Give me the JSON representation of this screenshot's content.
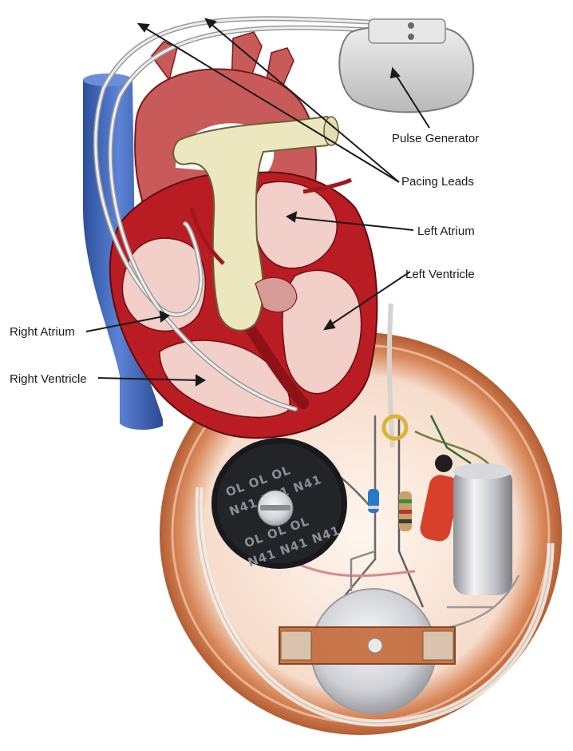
{
  "labels": {
    "pulse_generator": "Pulse Generator",
    "pacing_leads": "Pacing Leads",
    "left_atrium": "Left Atrium",
    "left_ventricle": "Left Ventricle",
    "right_atrium": "Right Atrium",
    "right_ventricle": "Right Ventricle"
  },
  "component_markings": {
    "coil_text_1": "OL OL OL",
    "coil_text_2": "N41 N41 N41"
  },
  "colors": {
    "heart_muscle": "#b91c22",
    "heart_wall_pale": "#c95a5a",
    "chamber_fill": "#f2cfc8",
    "aorta_cream": "#ece7be",
    "vena_cava": "#3a63b8",
    "lead_wire": "#c9c9c9",
    "copper_casing": "#d9875a",
    "generator_shell": "#d7d7d7"
  }
}
